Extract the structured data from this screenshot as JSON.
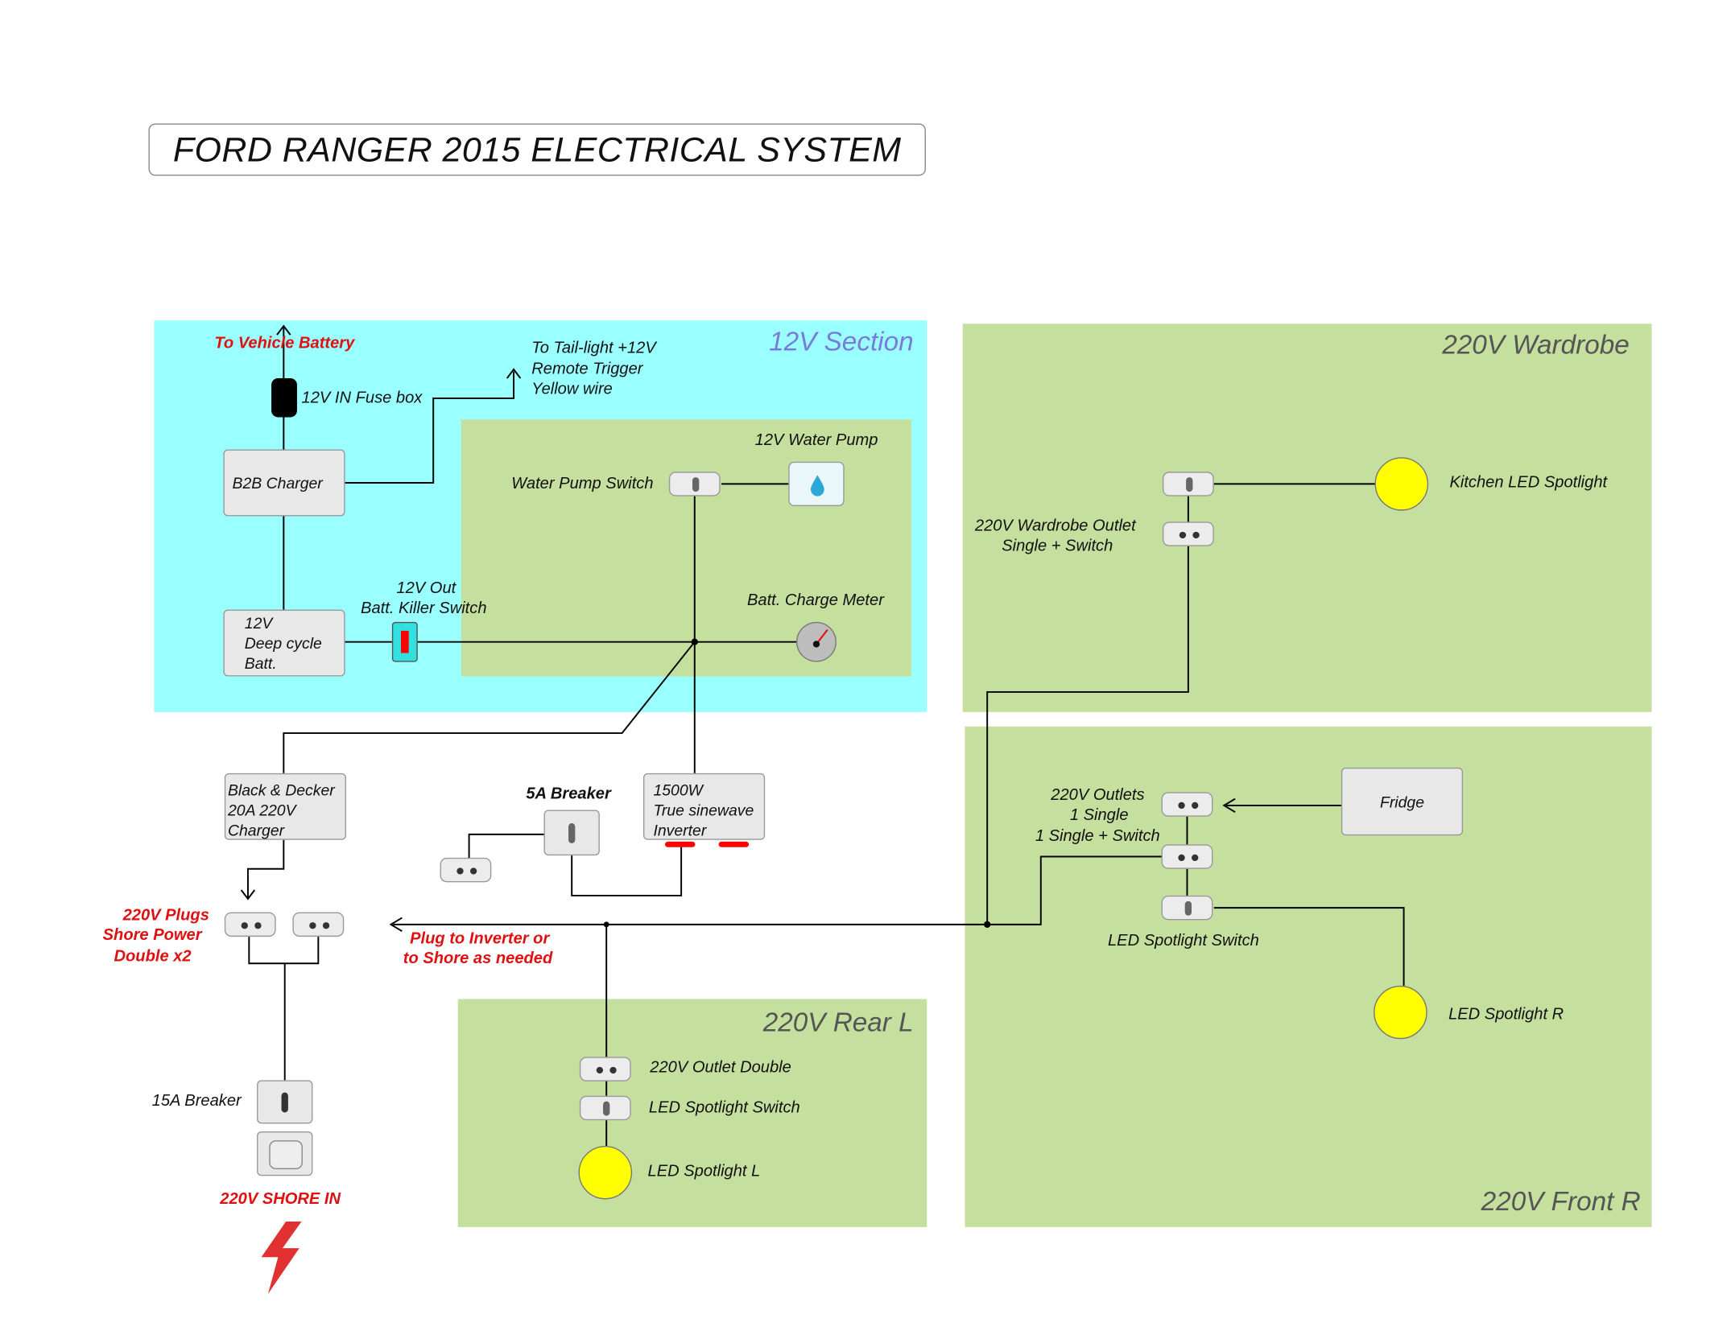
{
  "title": "FORD RANGER 2015 ELECTRICAL SYSTEM",
  "sections": {
    "s12v": "12V Section",
    "wardrobe": "220V Wardrobe",
    "rear_l": "220V Rear L",
    "front_r": "220V Front R"
  },
  "components": {
    "to_vehicle_battery": "To Vehicle Battery",
    "fuse_box": "12V IN Fuse box",
    "tail_light": [
      "To Tail-light +12V",
      "Remote Trigger",
      "Yellow wire"
    ],
    "b2b_charger": "B2B Charger",
    "deep_cycle": [
      "12V",
      "Deep cycle",
      "Batt."
    ],
    "killer_switch": [
      "12V Out",
      "Batt. Killer Switch"
    ],
    "water_pump": "12V Water Pump",
    "water_pump_switch": "Water Pump Switch",
    "charge_meter": "Batt. Charge Meter",
    "bd_charger": [
      "Black & Decker",
      "20A 220V",
      "Charger"
    ],
    "breaker_5a": "5A Breaker",
    "inverter": [
      "1500W",
      "True sinewave",
      "Inverter"
    ],
    "plugs_220v": [
      "220V Plugs",
      "Shore Power",
      "Double x2"
    ],
    "plug_to_inverter": [
      "Plug to Inverter or",
      "to Shore as needed"
    ],
    "breaker_15a": "15A Breaker",
    "shore_in": "220V SHORE IN",
    "wardrobe_outlet": [
      "220V Wardrobe Outlet",
      "Single + Switch"
    ],
    "kitchen_spot": "Kitchen LED Spotlight",
    "outlets_front": [
      "220V Outlets",
      "1 Single",
      "1 Single + Switch"
    ],
    "fridge": "Fridge",
    "front_spot_switch": "LED Spotlight Switch",
    "spot_r": "LED Spotlight R",
    "rear_outlet": "220V Outlet Double",
    "rear_spot_switch": "LED Spotlight Switch",
    "spot_l": "LED Spotlight L"
  },
  "colors": {
    "section_12v": "#99ffff",
    "section_220v": "#c5df9e",
    "warning_red": "#e01010",
    "bulb": "#ffff00"
  }
}
